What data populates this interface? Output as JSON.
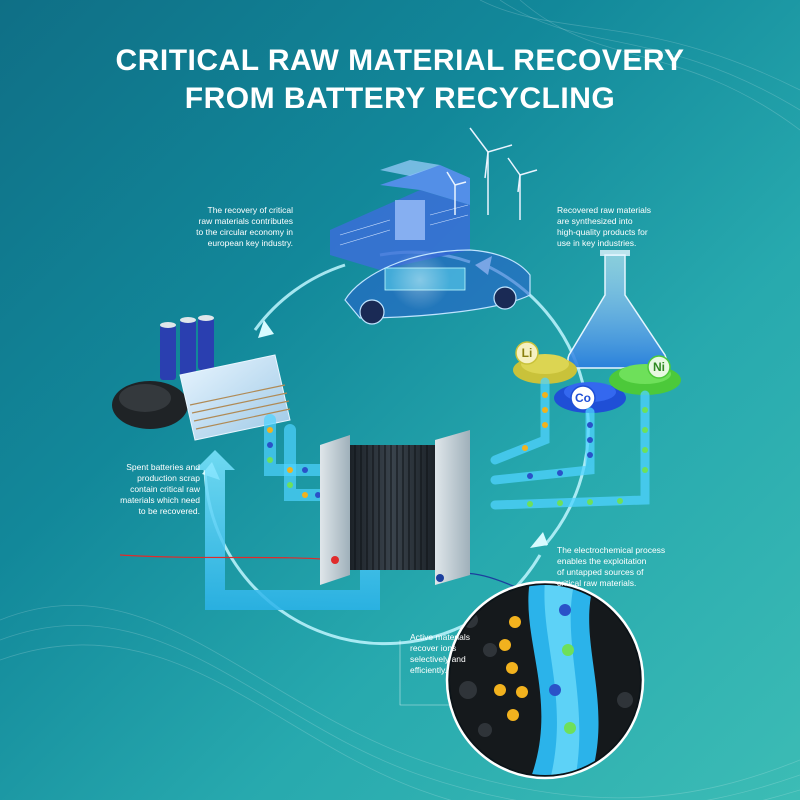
{
  "title": {
    "line1": "CRITICAL RAW MATERIAL RECOVERY",
    "line2": "FROM BATTERY RECYCLING"
  },
  "captions": {
    "circular_economy": [
      "The recovery of critical",
      "raw materials contributes",
      "to the circular economy in",
      "european key industry."
    ],
    "recovered_materials": [
      "Recovered raw materials",
      "are synthesized into",
      "high-quality products for",
      "use in key industries."
    ],
    "spent_batteries": [
      "Spent batteries and",
      "production scrap",
      "contain critical raw",
      "materials which need",
      "to be recovered."
    ],
    "electrochemical": [
      "The electrochemical process",
      "enables the exploitation",
      "of untapped sources of",
      "critical raw materials."
    ],
    "active_materials": [
      "Active materials",
      "recover ions",
      "selectively and",
      "efficiently."
    ]
  },
  "elements": {
    "li": "Li",
    "co": "Co",
    "ni": "Ni"
  },
  "colors": {
    "background_start": "#0f6f86",
    "background_end": "#3cbcb5",
    "cycle_arrow": "#bff6ff",
    "water_channel": "#4fd3ff",
    "lithium_powder": "#c9c23a",
    "cobalt_powder": "#1f4fd6",
    "nickel_powder": "#4cc93a",
    "electrode_dark": "#2a2f36",
    "ion_gold": "#f2b21e"
  },
  "icons": [
    "factory-icon",
    "wind-turbine-icon",
    "electric-car-icon",
    "flask-icon",
    "battery-cells-icon",
    "black-mass-icon",
    "battery-stack-icon",
    "electrochemical-cell-icon",
    "cycle-arrow-icon",
    "magnifier-icon"
  ]
}
